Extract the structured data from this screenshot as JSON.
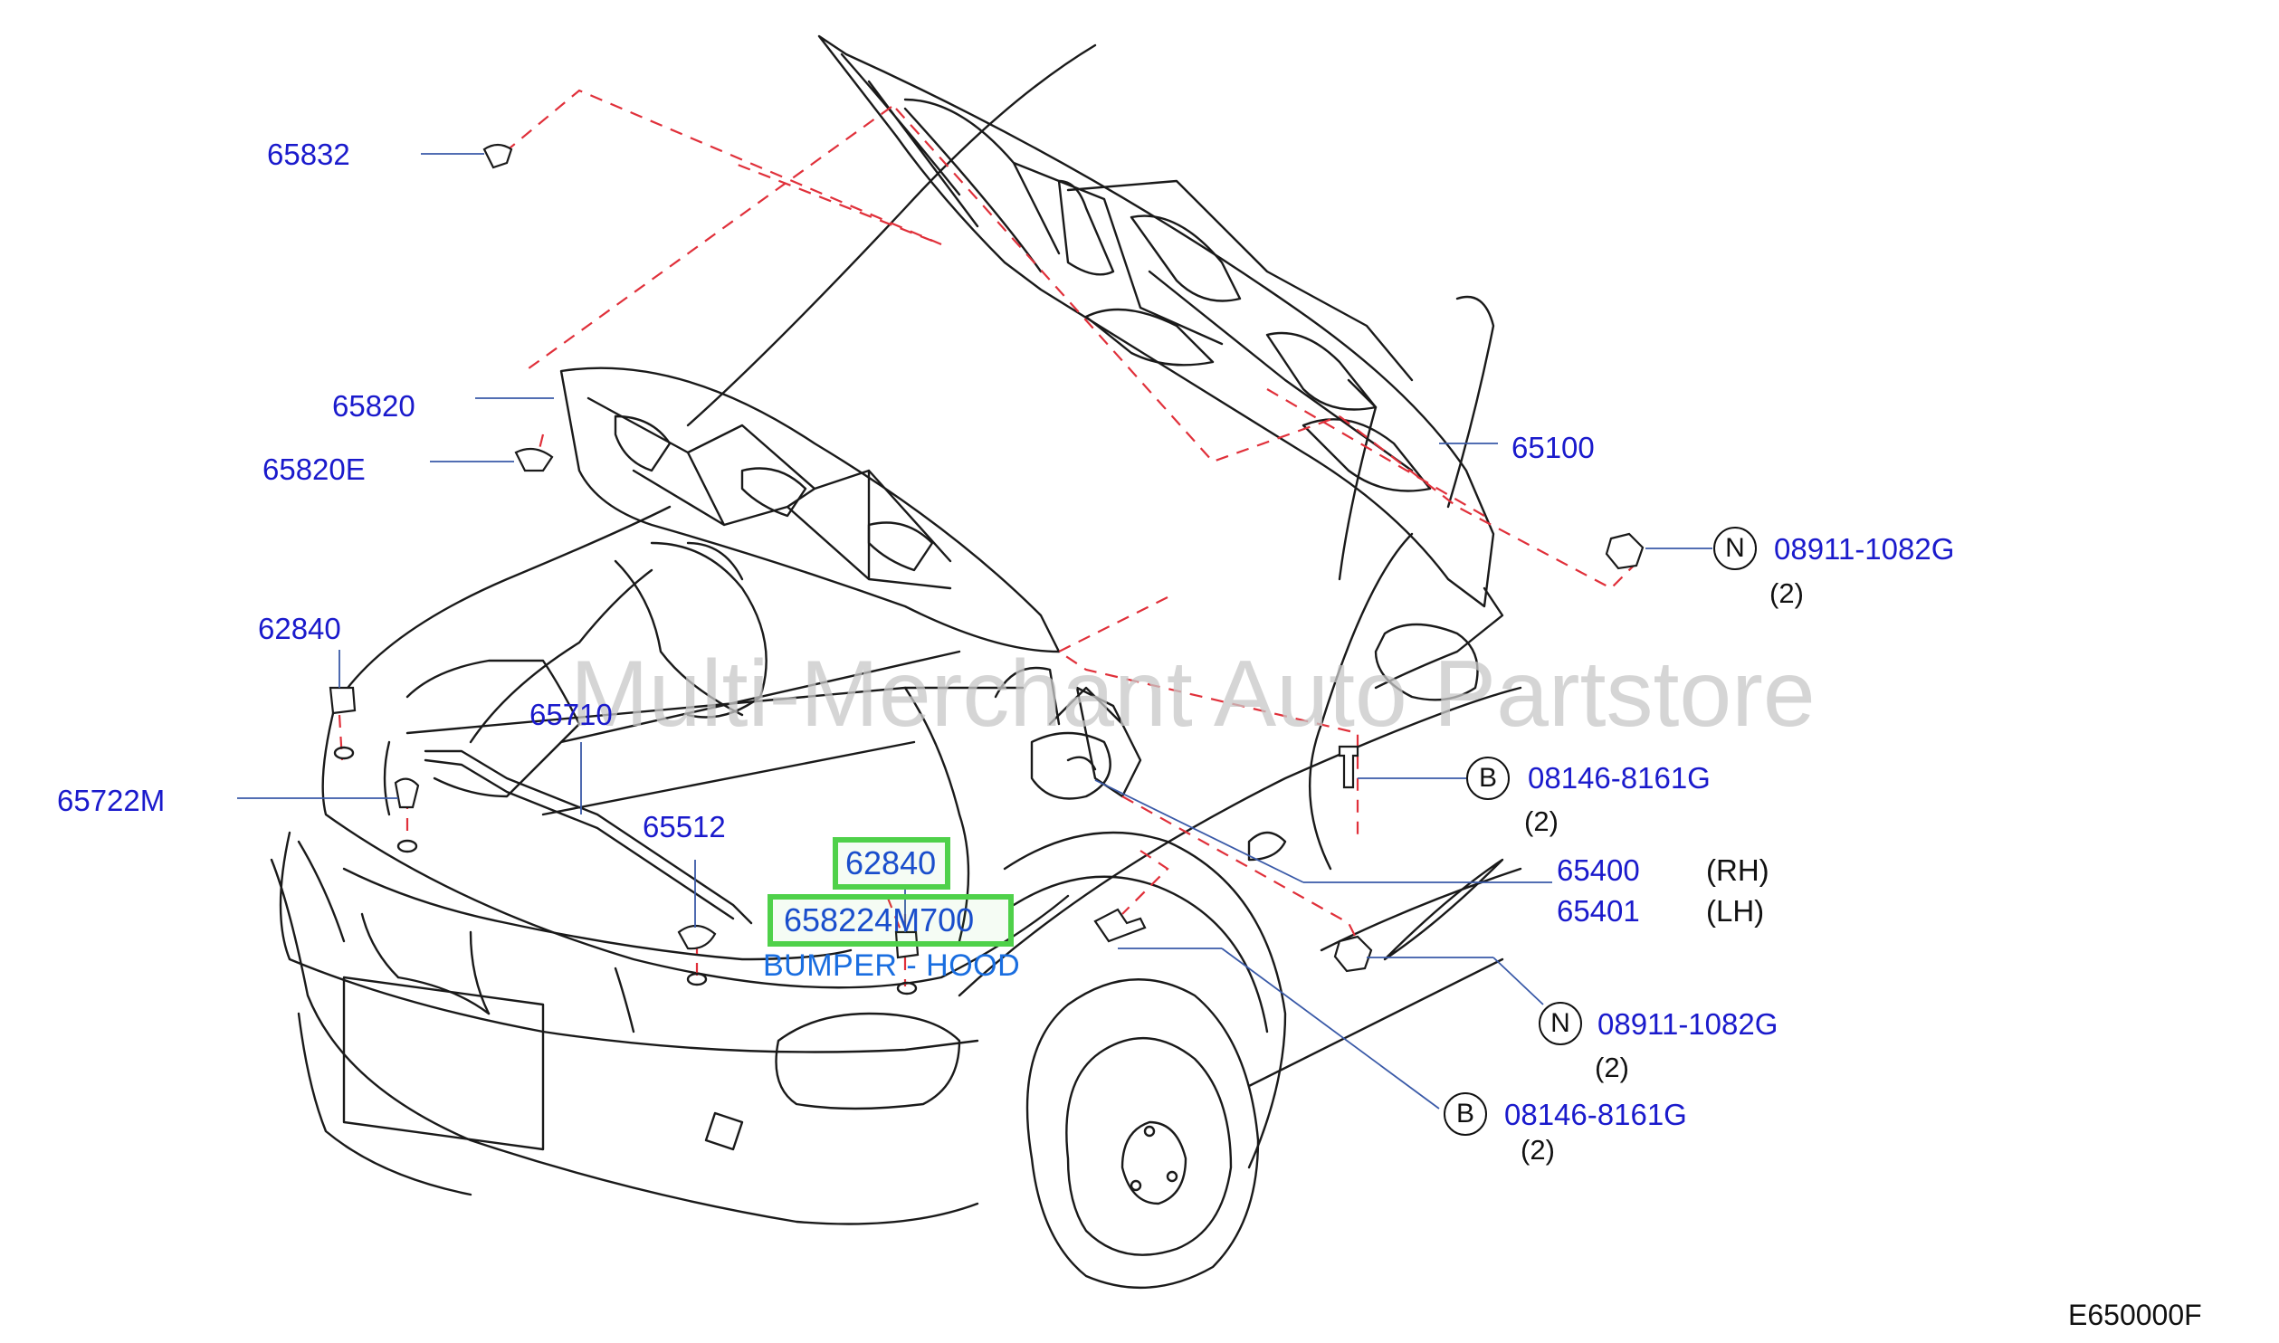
{
  "watermark": "Multi-Merchant Auto Partstore",
  "diagram_code": "E650000F",
  "highlighted_subtitle": "BUMPER - HOOD",
  "labels": {
    "p65832": "65832",
    "p65820": "65820",
    "p65820E": "65820E",
    "p65100": "65100",
    "p62840_left": "62840",
    "p65722M": "65722M",
    "p65710": "65710",
    "p65512": "65512",
    "p62840_hl": "62840",
    "p658224M700": "658224M700",
    "p65400": "65400",
    "p65400_side": "(RH)",
    "p65401": "65401",
    "p65401_side": "(LH)",
    "n1_code": "08911-1082G",
    "n1_qty": "(2)",
    "b1_code": "08146-8161G",
    "b1_qty": "(2)",
    "n2_code": "08911-1082G",
    "n2_qty": "(2)",
    "b2_code": "08146-8161G",
    "b2_qty": "(2)"
  },
  "symbols": {
    "nut": "N",
    "bolt": "B"
  },
  "colors": {
    "part_number": "#1a1acc",
    "callout_dash": "#e0303a",
    "leader": "#3a5aa8",
    "highlight": "#4fd14a"
  }
}
